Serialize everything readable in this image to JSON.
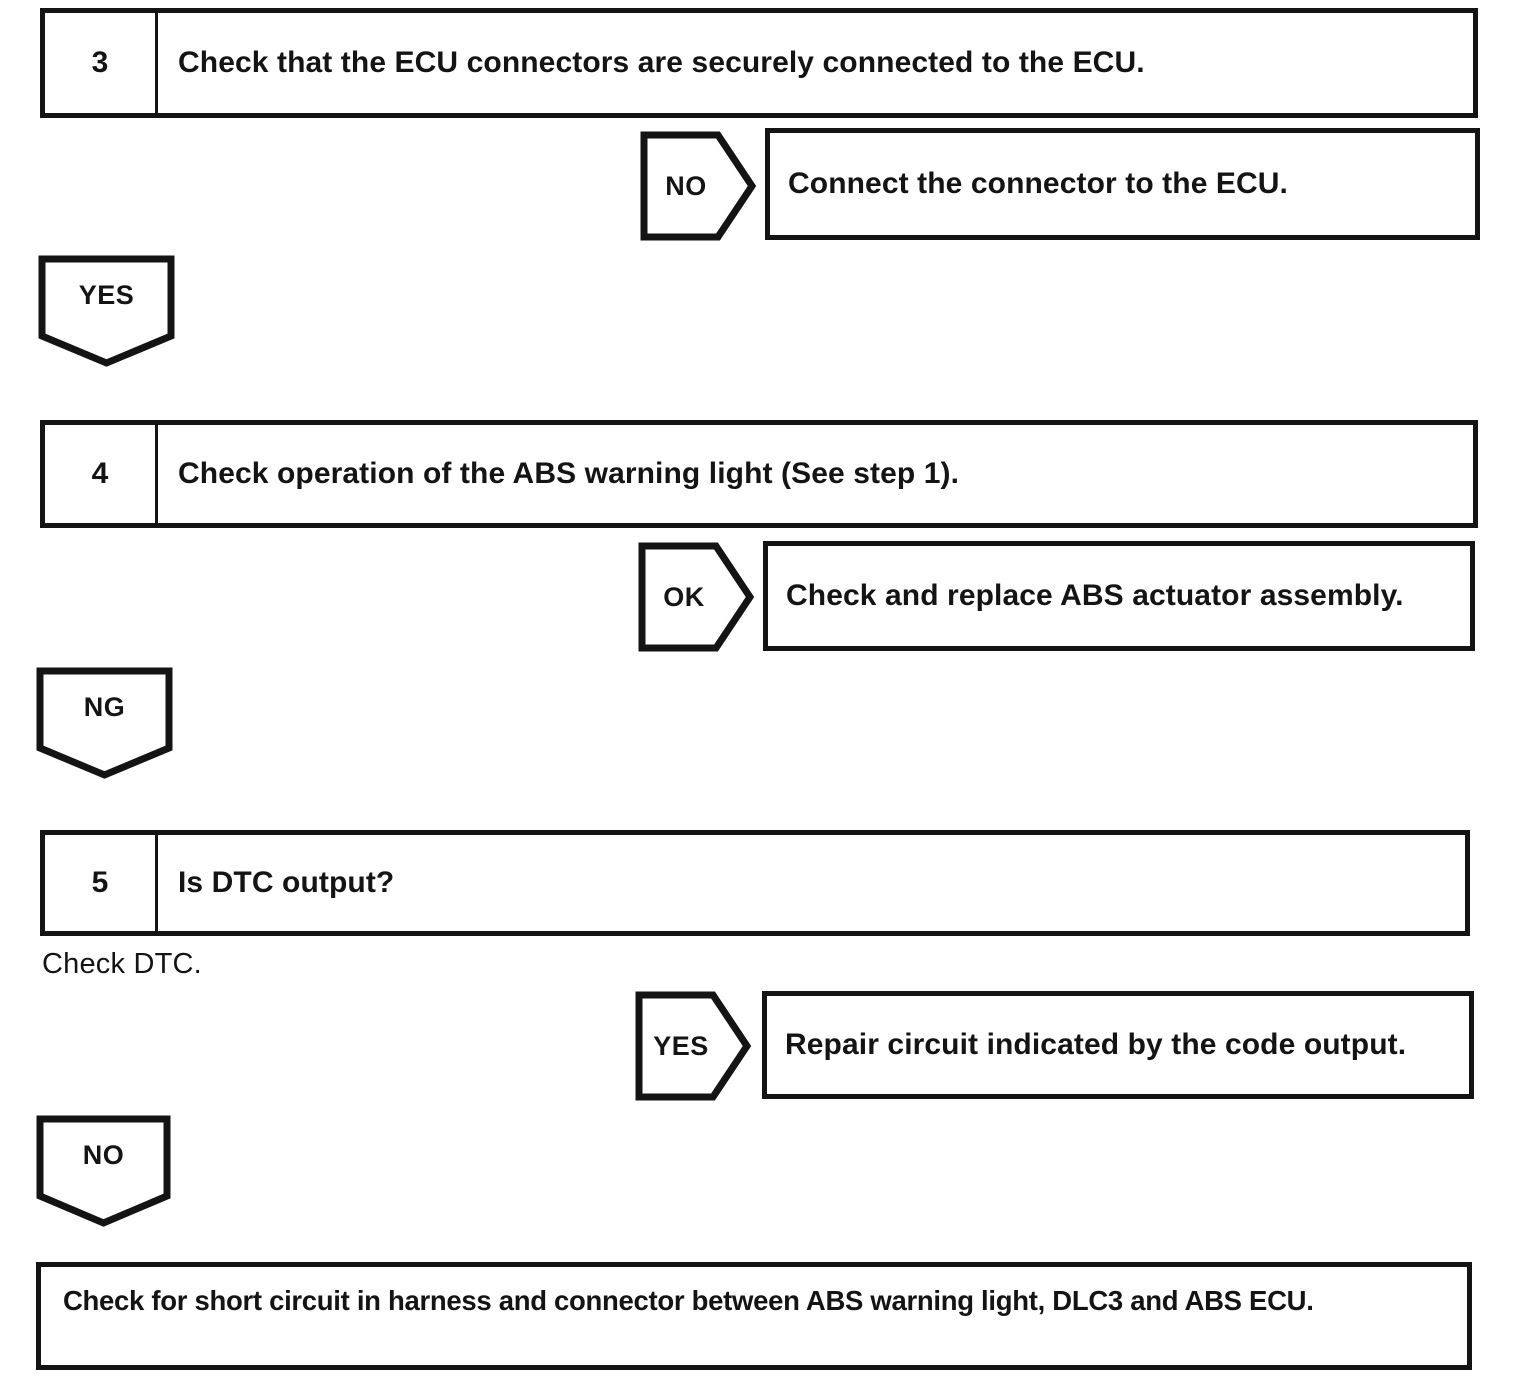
{
  "colors": {
    "ink": "#141414",
    "paper": "#ffffff"
  },
  "flowchart": {
    "steps": [
      {
        "number": "3",
        "question": "Check that the ECU connectors are securely connected to the ECU.",
        "branch": {
          "label": "NO",
          "action": "Connect the connector to the ECU."
        },
        "continue_label": "YES"
      },
      {
        "number": "4",
        "question": "Check operation of the ABS warning light (See step 1).",
        "branch": {
          "label": "OK",
          "action": "Check and replace ABS actuator assembly."
        },
        "continue_label": "NG"
      },
      {
        "number": "5",
        "question": "Is DTC output?",
        "note": "Check DTC.",
        "branch": {
          "label": "YES",
          "action": "Repair circuit indicated by the code output."
        },
        "continue_label": "NO"
      }
    ],
    "final_action": "Check for short circuit in harness and connector between ABS warning light, DLC3 and ABS ECU."
  }
}
